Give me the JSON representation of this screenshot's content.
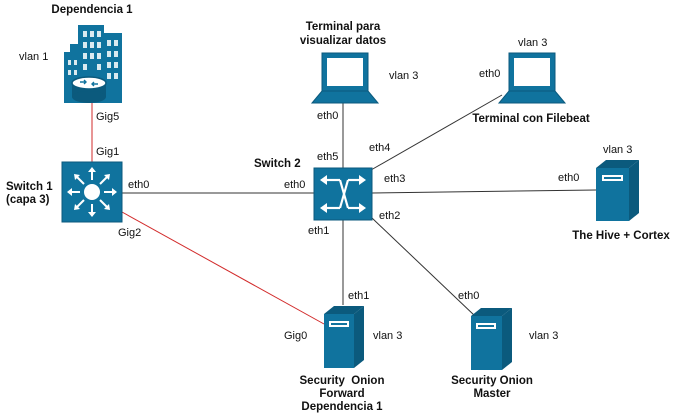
{
  "colors": {
    "device": "#10739e",
    "device_dark": "#0b5a7d",
    "link": "#333333",
    "link_red": "#d22b2b"
  },
  "nodes": {
    "dependencia": {
      "title": "Dependencia 1",
      "vlan": "vlan 1",
      "port": "Gig5",
      "icon": "building-with-router-icon"
    },
    "switch1": {
      "title_line1": "Switch 1",
      "title_line2": "(capa 3)",
      "gig1": "Gig1",
      "gig2": "Gig2",
      "eth0": "eth0",
      "icon": "layer3-switch-icon"
    },
    "switch2": {
      "title": "Switch 2",
      "eth0": "eth0",
      "eth1": "eth1",
      "eth2": "eth2",
      "eth3": "eth3",
      "eth4": "eth4",
      "eth5": "eth5",
      "icon": "switch-icon"
    },
    "terminal_datos": {
      "title_line1": "Terminal para",
      "title_line2": "visualizar datos",
      "vlan": "vlan 3",
      "eth0": "eth0",
      "icon": "terminal-icon"
    },
    "terminal_filebeat": {
      "title": "Terminal con Filebeat",
      "vlan": "vlan 3",
      "eth0": "eth0",
      "icon": "terminal-icon"
    },
    "hive": {
      "title": "The Hive + Cortex",
      "vlan": "vlan 3",
      "eth0": "eth0",
      "icon": "server-icon"
    },
    "so_forward": {
      "title_line1": "Security  Onion",
      "title_line2": "Forward",
      "title_line3": "Dependencia 1",
      "vlan": "vlan 3",
      "gig0": "Gig0",
      "eth1": "eth1",
      "icon": "server-icon"
    },
    "so_master": {
      "title_line1": "Security Onion",
      "title_line2": "Master",
      "vlan": "vlan 3",
      "eth0": "eth0",
      "icon": "server-icon"
    }
  }
}
